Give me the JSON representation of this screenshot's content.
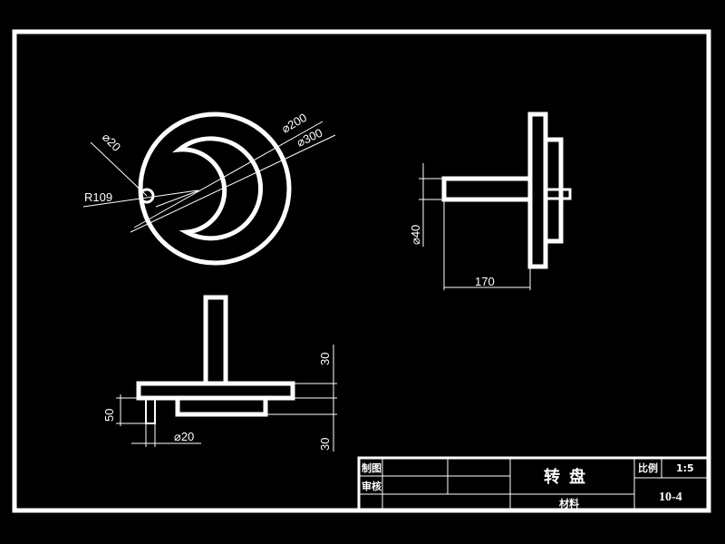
{
  "dimensions": {
    "top_view": {
      "small_hole_dia": "⌀20",
      "inner_dia": "⌀200",
      "outer_dia": "⌀300",
      "radius": "R109"
    },
    "side_view": {
      "shaft_dia": "⌀40",
      "shaft_length": "170"
    },
    "front_view": {
      "top_thickness": "30",
      "bottom_thickness": "30",
      "pin_height": "50",
      "pin_dia": "⌀20"
    }
  },
  "title_block": {
    "label_1": "制图",
    "label_2": "审核",
    "part_name": "转盘",
    "material_label": "材料",
    "scale_label": "比例",
    "scale_value": "1:5",
    "drawing_number": "10-4"
  }
}
